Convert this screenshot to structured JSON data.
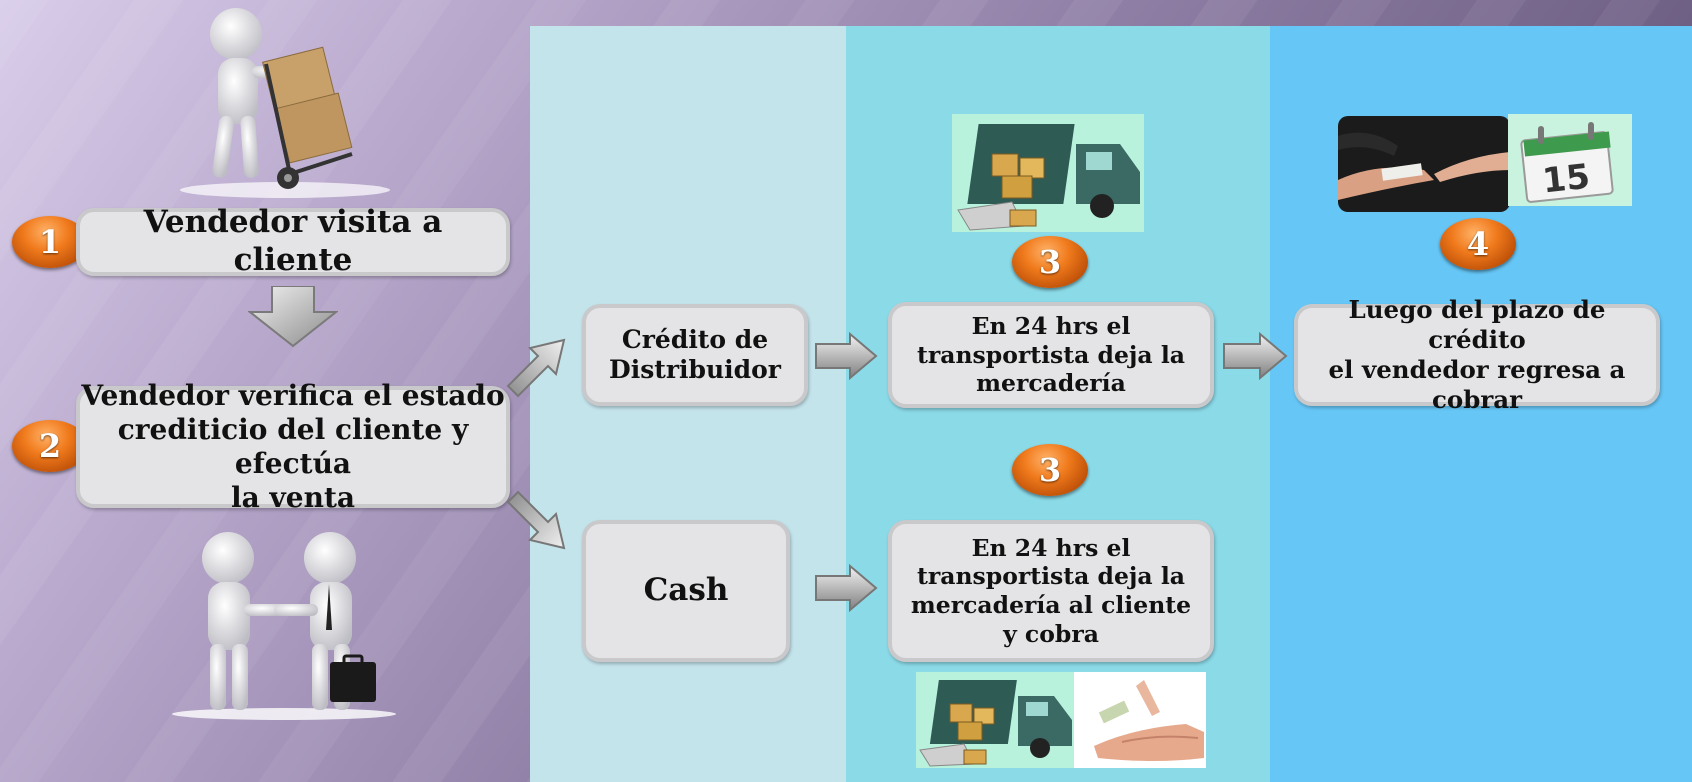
{
  "steps": {
    "s1": {
      "badge": "1",
      "text": "Vendedor visita a cliente"
    },
    "s2": {
      "badge": "2",
      "lines": [
        "Vendedor verifica el estado",
        "crediticio del cliente y efectúa",
        "la venta"
      ]
    },
    "credit": {
      "lines": [
        "Crédito de",
        "Distribuidor"
      ]
    },
    "cash": {
      "text": "Cash"
    },
    "delivery_credit": {
      "badge": "3",
      "lines": [
        "En 24 hrs el",
        "transportista deja la",
        "mercadería"
      ]
    },
    "delivery_cash": {
      "badge": "3",
      "lines": [
        "En 24 hrs el",
        "transportista deja la",
        "mercadería al cliente",
        "y cobra"
      ]
    },
    "collect": {
      "badge": "4",
      "lines": [
        "Luego del plazo de crédito",
        "el vendedor regresa a cobrar"
      ]
    }
  },
  "calendar": {
    "day": "15"
  },
  "colors": {
    "col1": "#c4e4ec",
    "col2": "#8bdae8",
    "col3": "#66c6f6",
    "box_fill": "#e4e4e6",
    "badge": "#f07a1c",
    "arrow": "#8a8a8a"
  },
  "icons": [
    "person-with-hand-truck-icon",
    "handshake-people-icon",
    "delivery-truck-icon",
    "cash-hands-icon",
    "payment-hands-icon",
    "calendar-icon"
  ]
}
